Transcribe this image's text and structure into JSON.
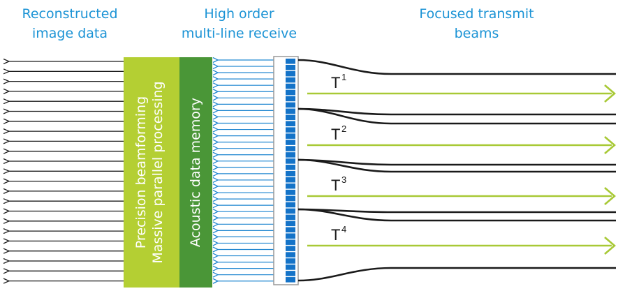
{
  "headers": {
    "reconstructed": [
      "Reconstructed",
      "image data"
    ],
    "multiline": [
      "High order",
      "multi-line receive"
    ],
    "focused": [
      "Focused transmit",
      "beams"
    ]
  },
  "blocks": {
    "processing": [
      "Precision beamforming",
      "Massive parallel processing"
    ],
    "memory": "Acoustic data memory"
  },
  "beams": [
    {
      "label": "T",
      "sup": "1"
    },
    {
      "label": "T",
      "sup": "2"
    },
    {
      "label": "T",
      "sup": "3"
    },
    {
      "label": "T",
      "sup": "4"
    }
  ],
  "colors": {
    "header_text": "#1b93d5",
    "processing_block": "#b4cf33",
    "memory_block": "#4a9637",
    "receive_arrows": "#1f86d0",
    "transducer_elements": "#1473c8",
    "transmit_arrows": "#a8c936",
    "beam_outline": "#1a1a1a",
    "image_arrows": "#1a1a1a"
  },
  "counts": {
    "output_lines": 23,
    "receive_lines": 36,
    "transducer_elements": 36
  }
}
